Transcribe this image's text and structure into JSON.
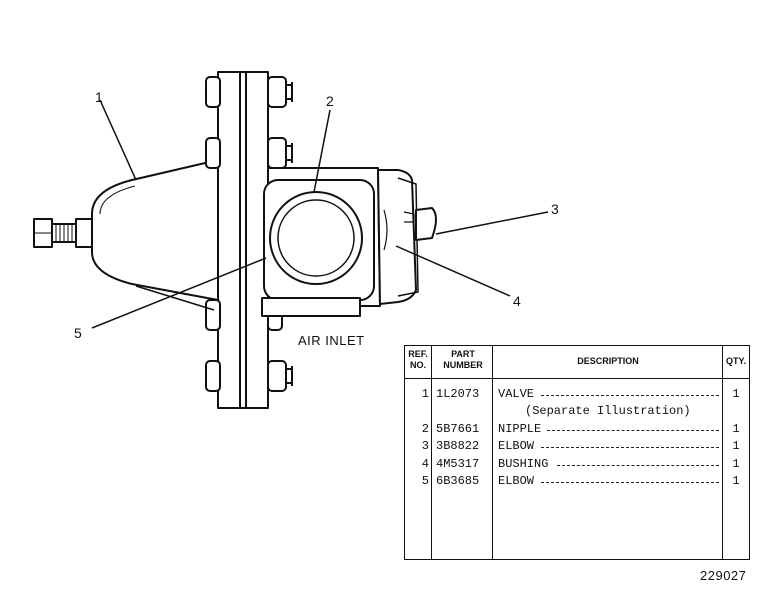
{
  "callouts": [
    "1",
    "2",
    "3",
    "4",
    "5"
  ],
  "air_inlet_label": "AIR INLET",
  "figure_number": "229027",
  "table": {
    "headers": {
      "ref": "REF. NO.",
      "part": "PART NUMBER",
      "description": "DESCRIPTION",
      "qty": "QTY."
    },
    "rows": [
      {
        "ref": "1",
        "part": "1L2073",
        "description": "VALVE",
        "qty": "1"
      },
      {
        "ref": "",
        "part": "",
        "description": "(Separate Illustration)",
        "qty": ""
      },
      {
        "ref": "2",
        "part": "5B7661",
        "description": "NIPPLE",
        "qty": "1"
      },
      {
        "ref": "3",
        "part": "3B8822",
        "description": "ELBOW",
        "qty": "1"
      },
      {
        "ref": "4",
        "part": "4M5317",
        "description": "BUSHING",
        "qty": "1"
      },
      {
        "ref": "5",
        "part": "6B3685",
        "description": "ELBOW",
        "qty": "1"
      }
    ]
  }
}
